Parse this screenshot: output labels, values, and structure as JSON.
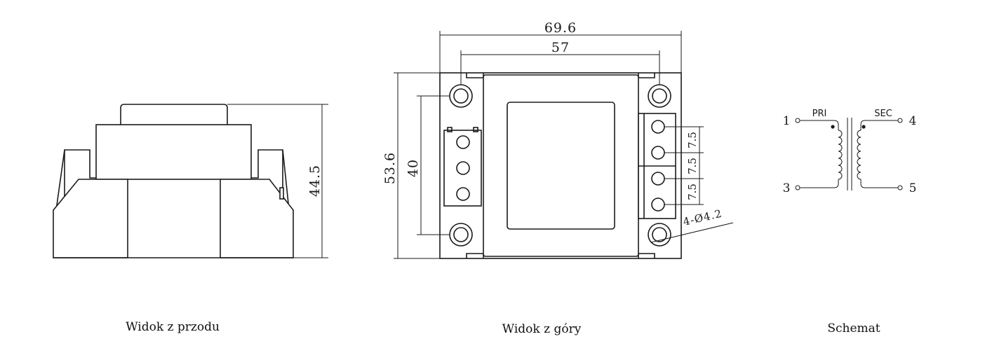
{
  "views": {
    "front": {
      "caption": "Widok z przodu",
      "height_dim": "44.5"
    },
    "top": {
      "caption": "Widok z góry",
      "width_dim": "69.6",
      "hole_spacing_dim": "57",
      "height_dim": "53.6",
      "hole_vertical_dim": "40",
      "pin_pitch_dims": [
        "7.5",
        "7.5",
        "7.5"
      ],
      "hole_dim": "4-Ø4.2"
    },
    "schematic": {
      "caption": "Schemat",
      "primary_label": "PRI",
      "secondary_label": "SEC",
      "pins": {
        "p1": "1",
        "p3": "3",
        "p4": "4",
        "p5": "5"
      }
    }
  }
}
